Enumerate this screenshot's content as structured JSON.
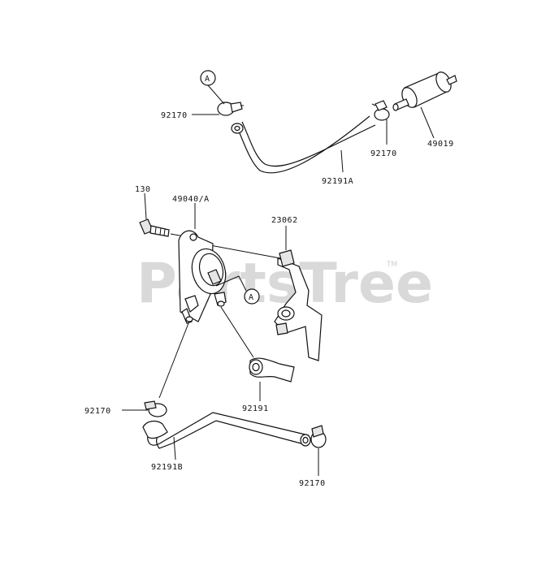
{
  "watermark": {
    "text": "PartsTree",
    "tm": "TM"
  },
  "callouts": {
    "ref_a_top": "A",
    "ref_a_mid": "A"
  },
  "labels": {
    "clamp_top_left": "92170",
    "clamp_top_right": "92170",
    "filter": "49019",
    "hose_top": "92191A",
    "bolt": "130",
    "pump": "49040/A",
    "bracket": "23062",
    "hose_short": "92191",
    "clamp_bottom_left": "92170",
    "hose_bottom": "92191B",
    "clamp_bottom_right": "92170"
  }
}
